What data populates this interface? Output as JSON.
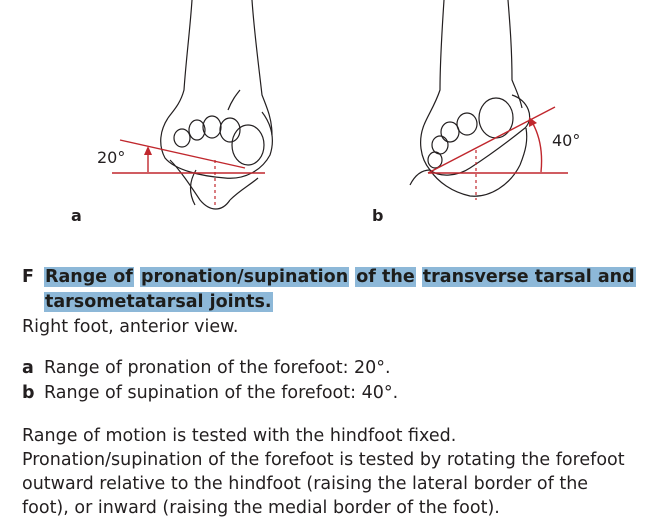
{
  "figure": {
    "panel_a": {
      "letter": "a",
      "angle_label": "20°"
    },
    "panel_b": {
      "letter": "b",
      "angle_label": "40°"
    },
    "accent_color": "#c0272d",
    "line_color": "#231f20"
  },
  "caption": {
    "figure_letter": "F",
    "title_parts": [
      "Range of",
      "pronation/supination",
      "of the",
      "transverse tarsal and",
      "tarsometatarsal joints."
    ],
    "subtitle": "Right foot, anterior view.",
    "items": [
      {
        "letter": "a",
        "text": "Range of pronation of the forefoot: 20°."
      },
      {
        "letter": "b",
        "text": "Range of supination of the forefoot: 40°."
      }
    ],
    "paragraph": "Range of motion is tested with the hindfoot fixed. Pronation/supination of the forefoot is tested by rotating the forefoot outward relative to the hindfoot (raising the lateral border of the foot), or inward (raising the medial border of the foot)."
  },
  "highlight_color": "#8db8d8"
}
